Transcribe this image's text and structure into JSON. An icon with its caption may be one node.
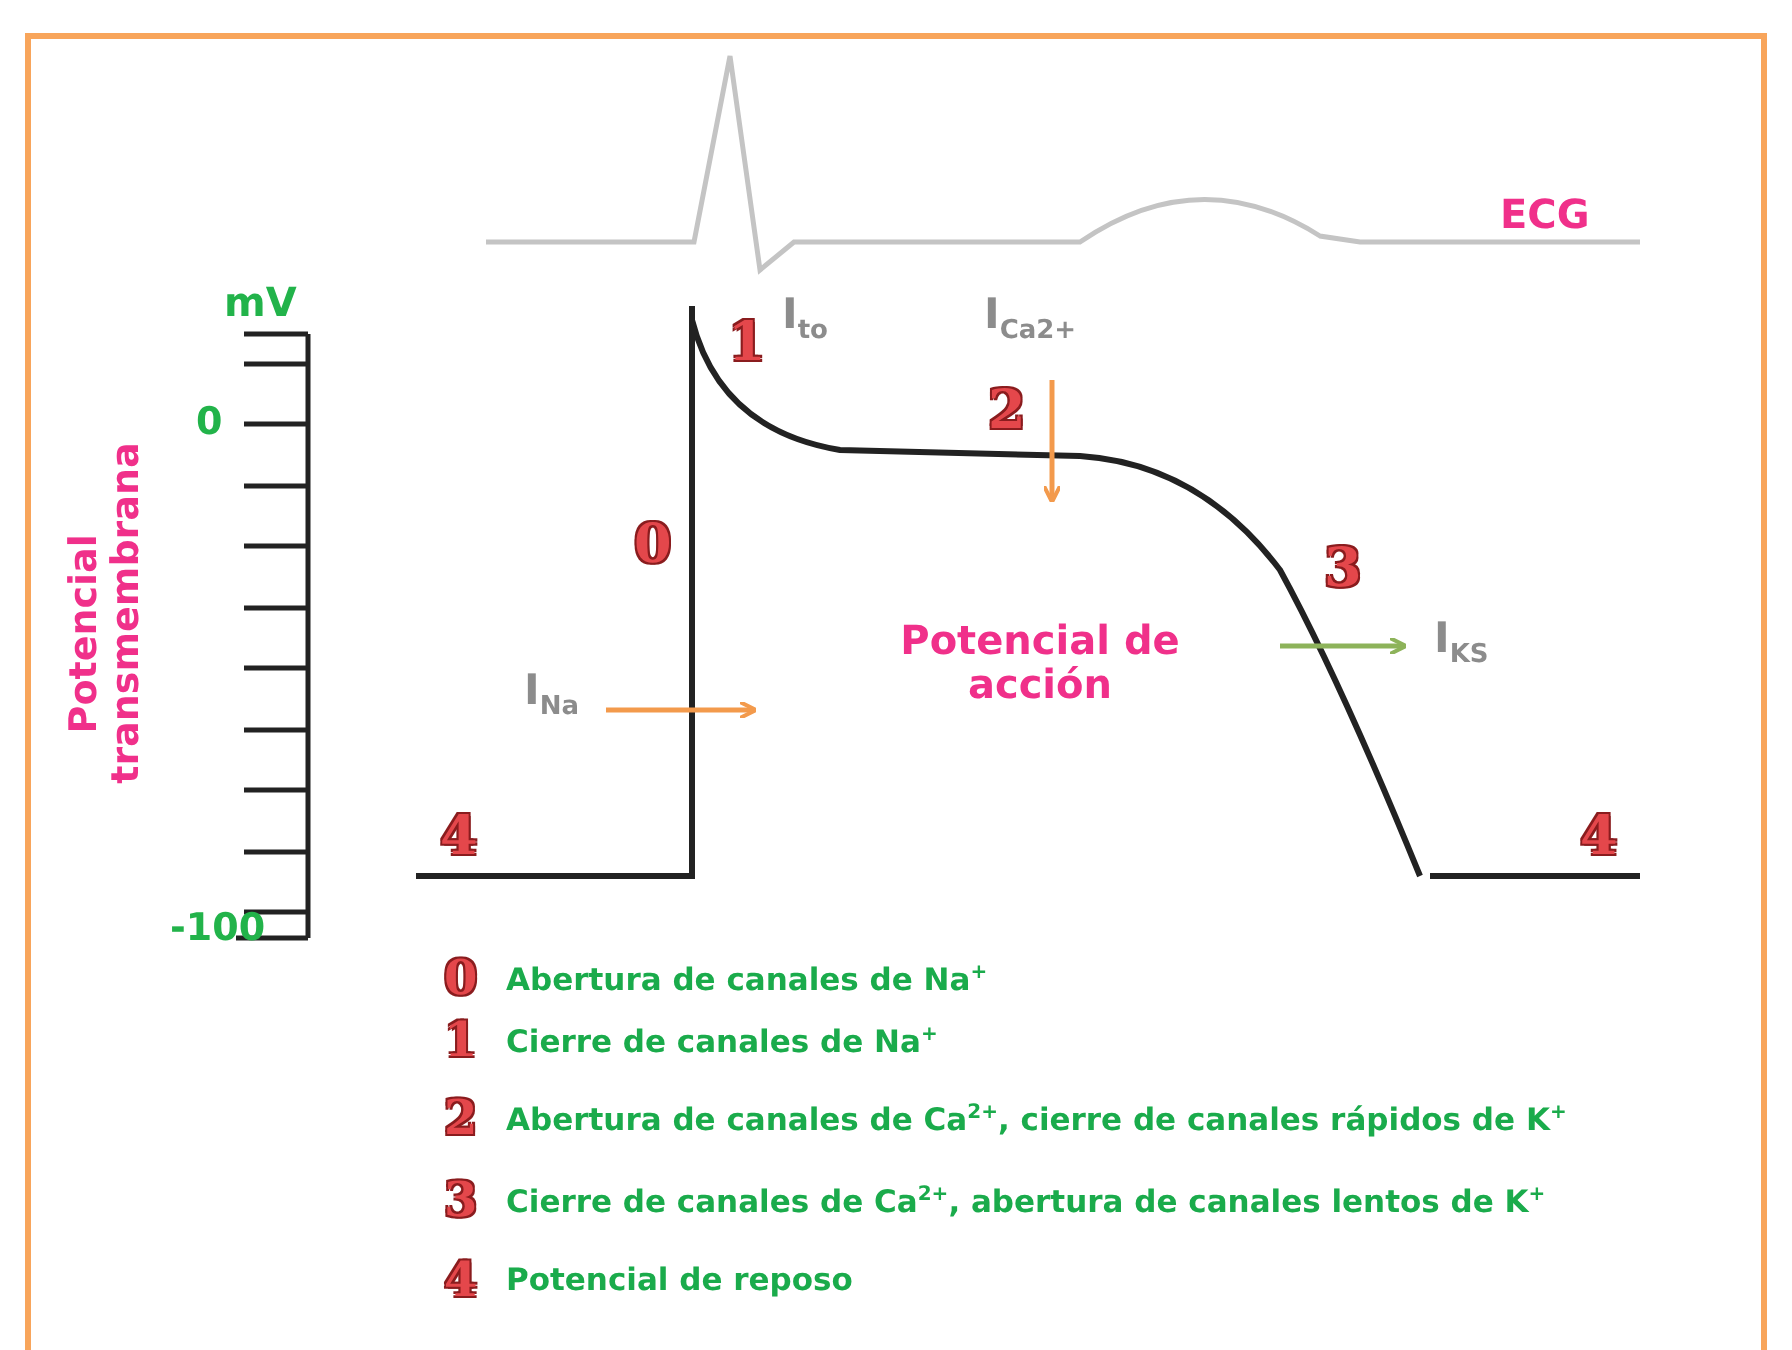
{
  "diagram": {
    "labels": [
      "ECG",
      "mV",
      "1",
      "I$_{to}$",
      "I$_{Ca2+}$",
      "0",
      "2",
      "Potencial transmembrana",
      "0",
      "3",
      "Potencial de acción",
      "I$_{KS}$",
      "I$_{Na}$",
      "4",
      "4",
      "-100",
      "0",
      "Abertura de canales de Na$^{+}$",
      "1",
      "Cierre de canales de Na$^{+}$",
      "2",
      "Abertura de canales de Ca$^{2+}$, cierre de canales rápidos de K$^{+}$",
      "3",
      "Cierre de canales de Ca$^{2+}$, abertura de canales lentos de K$^{+}$",
      "4",
      "Potencial de reposo"
    ]
  }
}
